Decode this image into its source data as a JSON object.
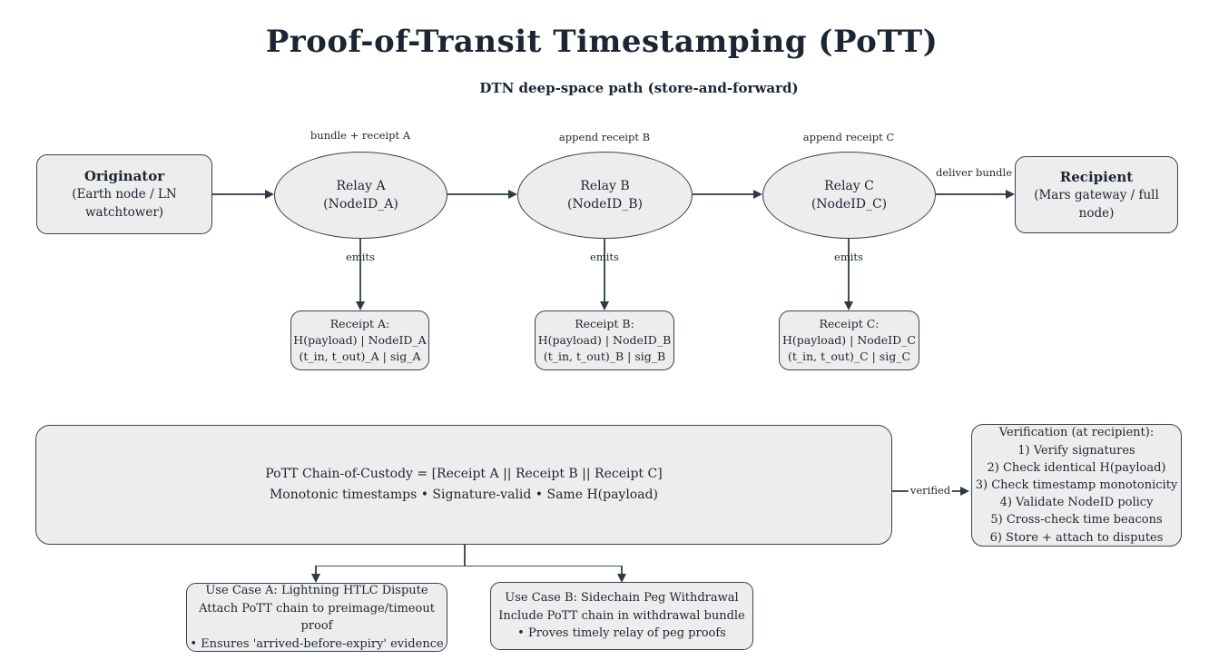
{
  "title": "Proof-of-Transit Timestamping (PoTT)",
  "subtitle": "DTN deep-space path (store-and-forward)",
  "colors": {
    "background": "#ffffff",
    "node_fill": "#ededed",
    "node_border": "#3a4250",
    "edge": "#42505f",
    "arrowhead": "#2f3a49",
    "text": "#1c2533"
  },
  "nodes": {
    "originator": {
      "name": "Originator",
      "detail": "(Earth node / LN watchtower)"
    },
    "relay_a": {
      "name": "Relay A",
      "detail": "(NodeID_A)"
    },
    "relay_b": {
      "name": "Relay B",
      "detail": "(NodeID_B)"
    },
    "relay_c": {
      "name": "Relay C",
      "detail": "(NodeID_C)"
    },
    "recipient": {
      "name": "Recipient",
      "detail": "(Mars gateway / full node)"
    }
  },
  "edge_labels": {
    "bundle_receipt_a": "bundle + receipt A",
    "append_receipt_b": "append receipt B",
    "append_receipt_c": "append receipt C",
    "deliver_bundle": "deliver bundle",
    "emits": "emits",
    "verified": "verified"
  },
  "receipts": [
    {
      "title": "Receipt A:",
      "line1": "H(payload) | NodeID_A",
      "line2": "(t_in, t_out)_A | sig_A"
    },
    {
      "title": "Receipt B:",
      "line1": "H(payload) | NodeID_B",
      "line2": "(t_in, t_out)_B | sig_B"
    },
    {
      "title": "Receipt C:",
      "line1": "H(payload) | NodeID_C",
      "line2": "(t_in, t_out)_C | sig_C"
    }
  ],
  "chain_box": {
    "line1": "PoTT Chain-of-Custody = [Receipt A || Receipt B || Receipt C]",
    "line2": "Monotonic timestamps • Signature-valid • Same H(payload)"
  },
  "verification": {
    "lines": [
      "Verification (at recipient):",
      "1) Verify signatures",
      "2) Check identical H(payload)",
      "3) Check timestamp monotonicity",
      "4) Validate NodeID policy",
      "5) Cross-check time beacons",
      "6) Store + attach to disputes"
    ]
  },
  "use_cases": [
    {
      "line1": "Use Case A: Lightning HTLC Dispute",
      "line2": "Attach PoTT chain to preimage/timeout proof",
      "line3": "• Ensures 'arrived-before-expiry' evidence"
    },
    {
      "line1": "Use Case B: Sidechain Peg Withdrawal",
      "line2": "Include PoTT chain in withdrawal bundle",
      "line3": "• Proves timely relay of peg proofs"
    }
  ]
}
